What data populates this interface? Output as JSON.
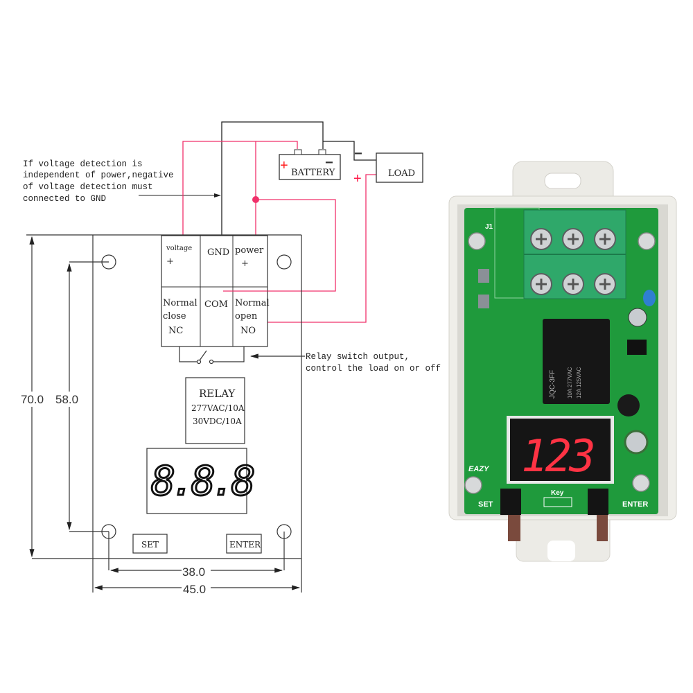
{
  "note": {
    "lines": [
      "If voltage detection  is",
      "independent of power,negative",
      "of voltage detection  must",
      "connected to GND"
    ]
  },
  "battery": {
    "label": "BATTERY",
    "plus": "+",
    "minus": "−"
  },
  "load": {
    "label": "LOAD",
    "plus": "+",
    "minus": "−"
  },
  "terminals": {
    "voltage": "voltage",
    "voltage_plus": "+",
    "gnd": "GND",
    "power": "power",
    "power_plus": "+",
    "nc_line1": "Normal",
    "nc_line2": "close",
    "nc_line3": "NC",
    "com": "COM",
    "no_line1": "Normal",
    "no_line2": "open",
    "no_line3": "NO"
  },
  "relay_note": {
    "line1": "Relay switch output,",
    "line2": "control the load on or off"
  },
  "relay_box": {
    "title": "RELAY",
    "rating1": "277VAC/10A",
    "rating2": "30VDC/10A"
  },
  "display": {
    "digits": "8.8.8"
  },
  "buttons": {
    "set": "SET",
    "enter": "ENTER"
  },
  "dimensions": {
    "height_outer": "70.0",
    "height_holes": "58.0",
    "width_holes": "38.0",
    "width_outer": "45.0"
  },
  "photo": {
    "display_digits": "123",
    "set_label": "SET",
    "enter_label": "ENTER",
    "key_label": "Key",
    "j1_label": "J1",
    "brand_label": "EAZY",
    "relay_model": "JQC-3FF",
    "relay_spec1": "10A 277VAC",
    "relay_spec2": "12A 125VAC"
  },
  "colors": {
    "wire_red": "#f0306a",
    "pcb_green": "#1f9a3c",
    "terminal_green": "#2fa86a",
    "led_red": "#ff3344"
  }
}
